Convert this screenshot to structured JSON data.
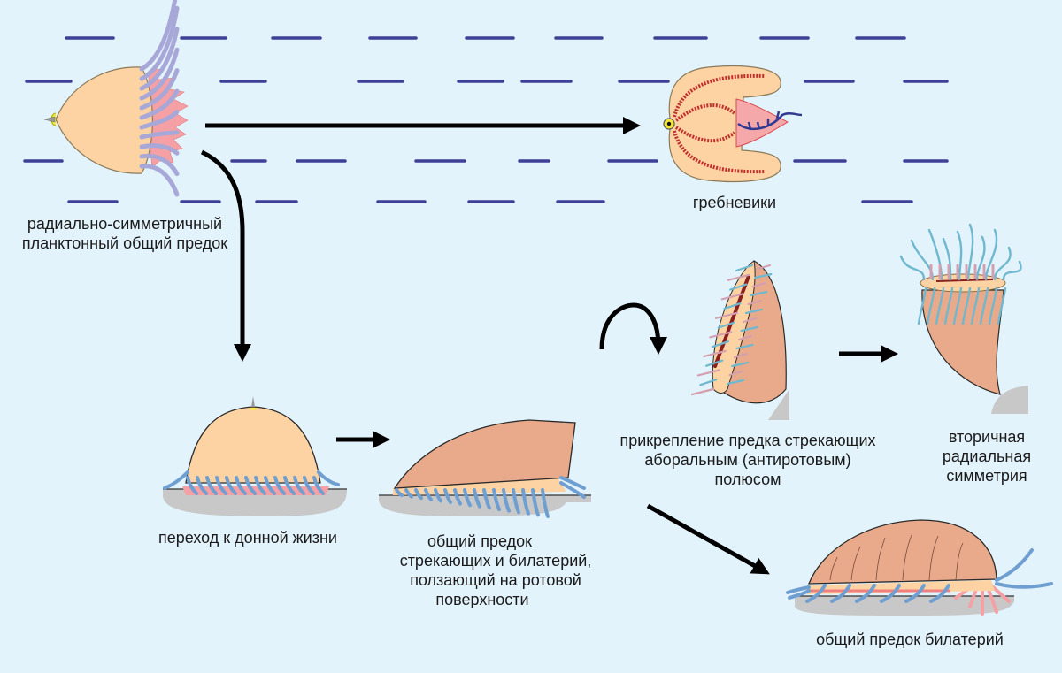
{
  "title": "Эволюция симметрии: от планктонного предка к стрекающим и билатериям",
  "colors": {
    "background": "#e3f3fc",
    "water_dash": "#3e3f96",
    "arrow": "#000000",
    "body_light": "#fdd3a3",
    "body_dark": "#e8aa8a",
    "tentacle_blue": "#7ea6d0",
    "tentacle_lilac": "#a8a8d8",
    "pink": "#f4a0a4",
    "comb_red": "#c0302c",
    "substrate": "#c8c8c8",
    "statocyst": "#f4e63a"
  },
  "labels": {
    "planktonic_ancestor": [
      "радиально-симметричный",
      "планктонный общий предок"
    ],
    "ctenophores": [
      "гребневики"
    ],
    "benthic_transition": [
      "переход к донной жизни"
    ],
    "cnidaria_bilateria_ancestor": [
      "общий предок",
      "стрекающих и билатерий,",
      "ползающий на ротовой",
      "поверхности"
    ],
    "aboral_attachment": [
      "прикрепление предка стрекающих",
      "аборальным (антиротовым)",
      "полюсом"
    ],
    "secondary_radial": [
      "вторичная",
      "радиальная",
      "симметрия"
    ],
    "bilateria_ancestor": [
      "общий предок билатерий"
    ]
  },
  "nodes": [
    {
      "id": "planktonic_ancestor",
      "label_key": "planktonic_ancestor",
      "habitat": "water column"
    },
    {
      "id": "ctenophores",
      "label_key": "ctenophores",
      "habitat": "water column"
    },
    {
      "id": "benthic_transition",
      "label_key": "benthic_transition",
      "habitat": "bottom"
    },
    {
      "id": "cnidaria_bilateria_ancestor",
      "label_key": "cnidaria_bilateria_ancestor",
      "habitat": "bottom"
    },
    {
      "id": "aboral_attachment",
      "label_key": "aboral_attachment",
      "habitat": "attached"
    },
    {
      "id": "secondary_radial",
      "label_key": "secondary_radial",
      "habitat": "attached"
    },
    {
      "id": "bilateria_ancestor",
      "label_key": "bilateria_ancestor",
      "habitat": "bottom"
    }
  ],
  "edges": [
    {
      "from": "planktonic_ancestor",
      "to": "ctenophores"
    },
    {
      "from": "planktonic_ancestor",
      "to": "benthic_transition"
    },
    {
      "from": "benthic_transition",
      "to": "cnidaria_bilateria_ancestor"
    },
    {
      "from": "cnidaria_bilateria_ancestor",
      "to": "aboral_attachment",
      "note": "flip arrow"
    },
    {
      "from": "aboral_attachment",
      "to": "secondary_radial"
    },
    {
      "from": "cnidaria_bilateria_ancestor",
      "to": "bilateria_ancestor"
    }
  ]
}
